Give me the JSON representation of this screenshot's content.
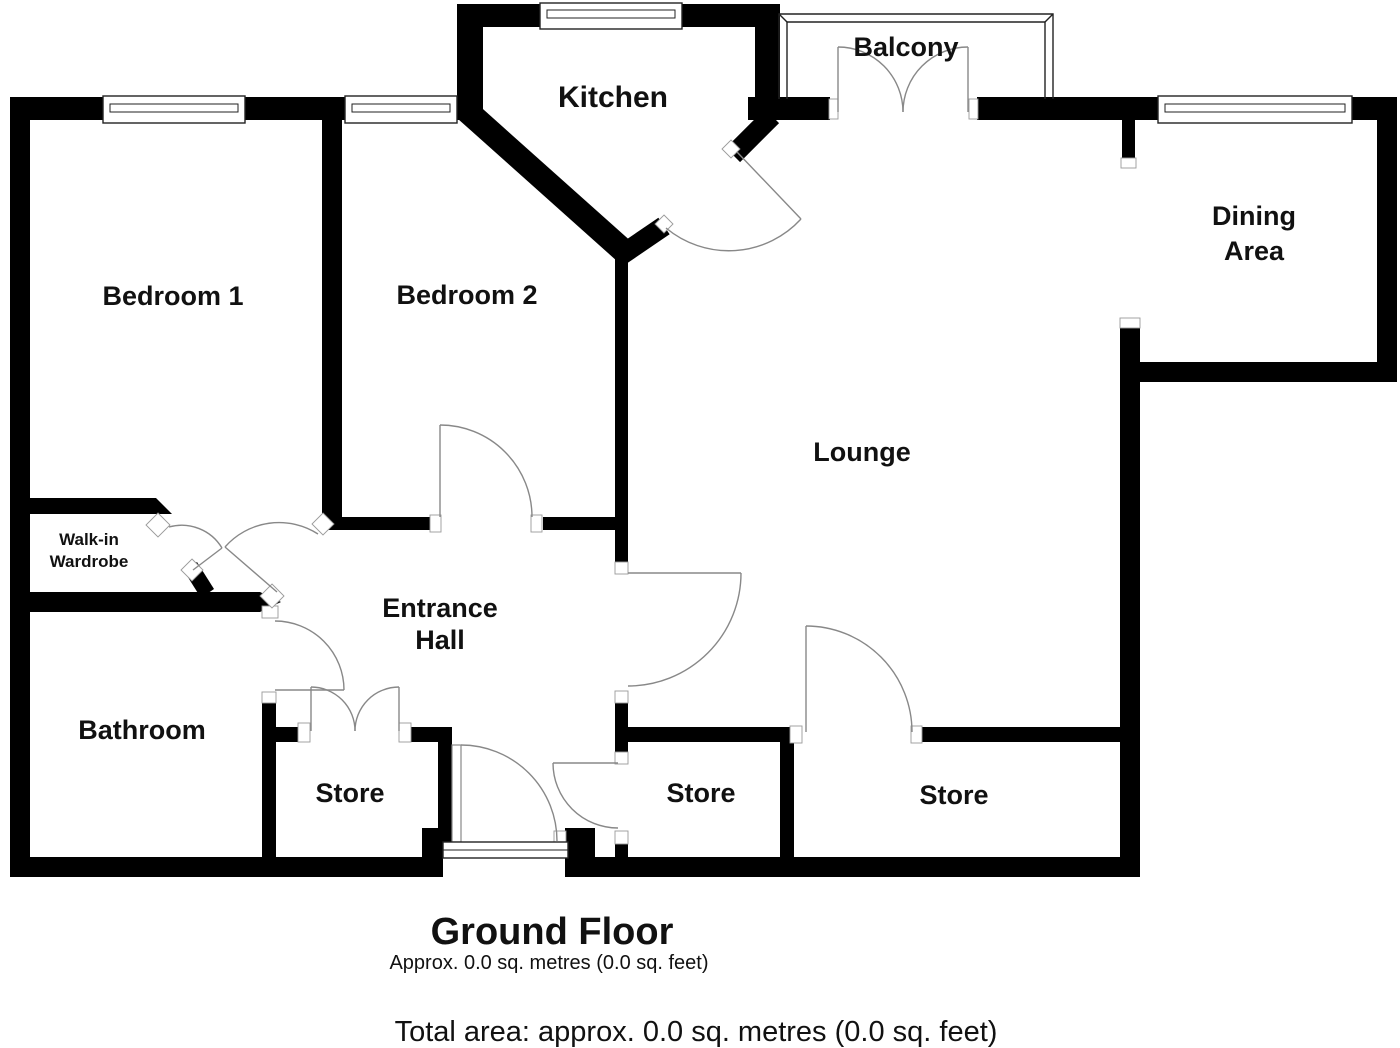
{
  "title": {
    "floor": "Ground Floor",
    "floor_area": "Approx. 0.0 sq. metres (0.0 sq. feet)",
    "total_area": "Total area: approx. 0.0 sq. metres (0.0 sq. feet)"
  },
  "rooms": {
    "kitchen": {
      "label": "Kitchen"
    },
    "balcony": {
      "label": "Balcony"
    },
    "bedroom1": {
      "label": "Bedroom 1"
    },
    "bedroom2": {
      "label": "Bedroom 2"
    },
    "dining": {
      "label_line1": "Dining",
      "label_line2": "Area"
    },
    "lounge": {
      "label": "Lounge"
    },
    "wardrobe": {
      "label_line1": "Walk-in",
      "label_line2": "Wardrobe"
    },
    "entrance": {
      "label_line1": "Entrance",
      "label_line2": "Hall"
    },
    "bathroom": {
      "label": "Bathroom"
    },
    "store1": {
      "label": "Store"
    },
    "store2": {
      "label": "Store"
    },
    "store3": {
      "label": "Store"
    }
  },
  "colors": {
    "wall": "#000000",
    "door": "#888888",
    "thin_line": "#222222",
    "label": "#111111",
    "background": "#ffffff"
  }
}
